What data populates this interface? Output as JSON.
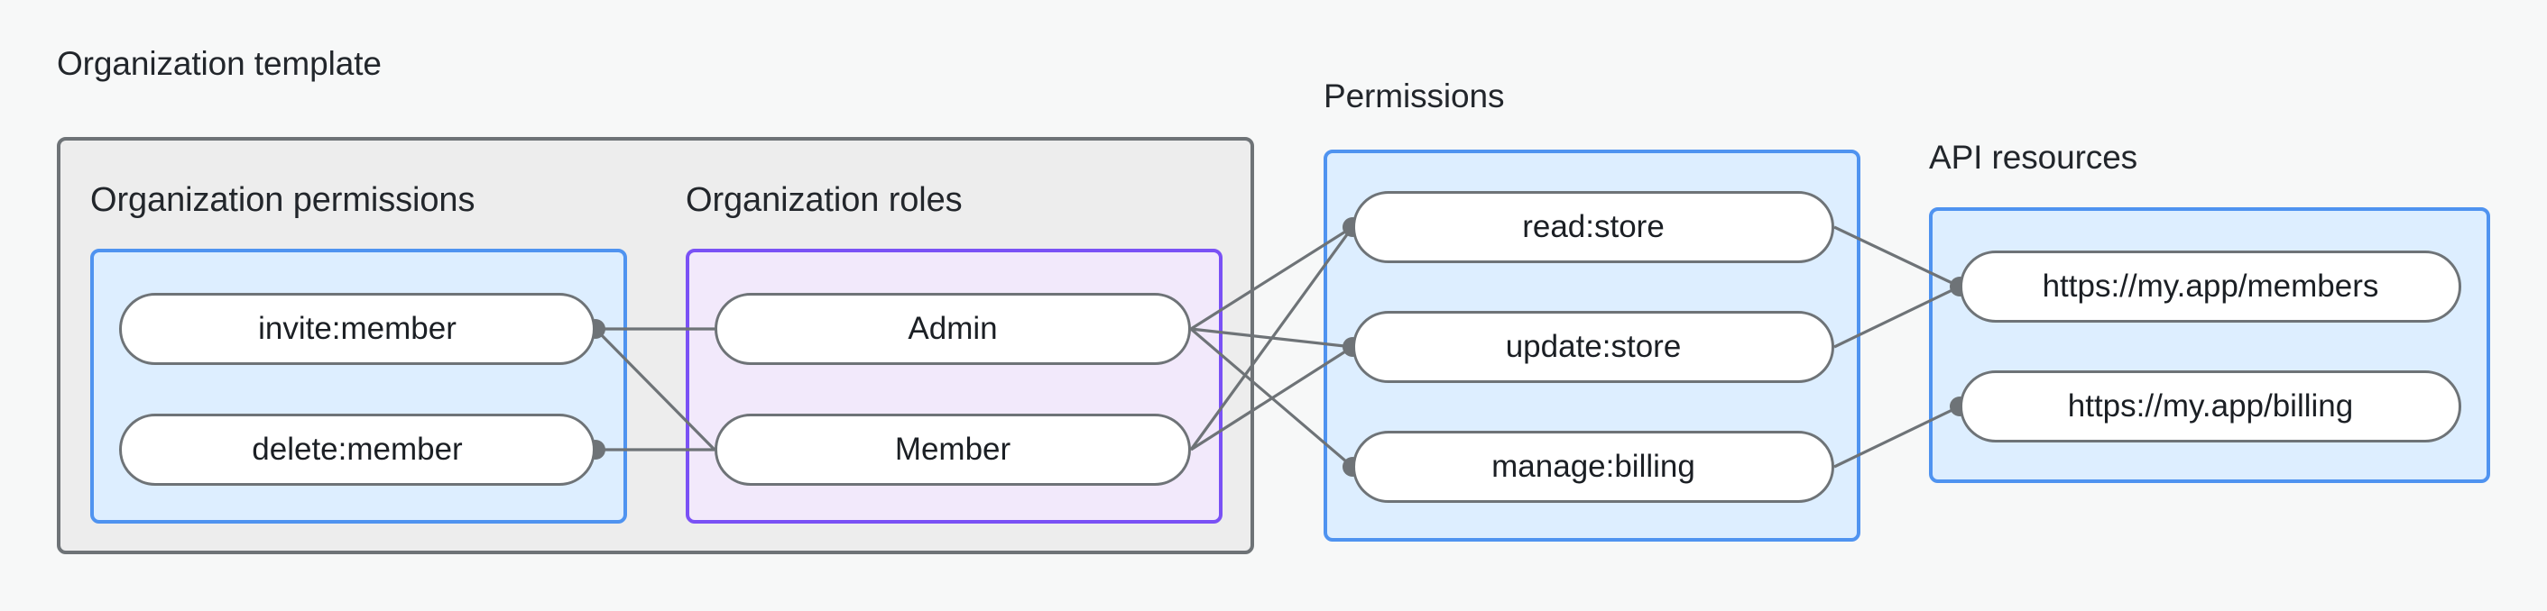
{
  "diagram": {
    "title_visible": false,
    "background_color": "#f7f8f8"
  },
  "groups": {
    "organization_template": {
      "label": "Organization template",
      "border_color": "#6e7377",
      "fill_color": "#ededed"
    },
    "organization_permissions": {
      "label": "Organization permissions",
      "border_color": "#4f93f0",
      "fill_color": "#ddeeff",
      "nodes": [
        {
          "label": "invite:member"
        },
        {
          "label": "delete:member"
        }
      ]
    },
    "organization_roles": {
      "label": "Organization roles",
      "border_color": "#7a51f5",
      "fill_color": "#f2e9fb",
      "nodes": [
        {
          "label": "Admin"
        },
        {
          "label": "Member"
        }
      ]
    },
    "permissions": {
      "label": "Permissions",
      "border_color": "#4f93f0",
      "fill_color": "#ddeeff",
      "nodes": [
        {
          "label": "read:store"
        },
        {
          "label": "update:store"
        },
        {
          "label": "manage:billing"
        }
      ]
    },
    "api_resources": {
      "label": "API resources",
      "border_color": "#4f93f0",
      "fill_color": "#ddeeff",
      "nodes": [
        {
          "label": "https://my.app/members"
        },
        {
          "label": "https://my.app/billing"
        }
      ]
    }
  },
  "edges": [
    {
      "from": "invite:member",
      "to": "Admin"
    },
    {
      "from": "invite:member",
      "to": "Member"
    },
    {
      "from": "delete:member",
      "to": "Member"
    },
    {
      "from": "Admin",
      "to": "read:store"
    },
    {
      "from": "Admin",
      "to": "update:store"
    },
    {
      "from": "Admin",
      "to": "manage:billing"
    },
    {
      "from": "Member",
      "to": "read:store"
    },
    {
      "from": "Member",
      "to": "update:store"
    },
    {
      "from": "read:store",
      "to": "https://my.app/members"
    },
    {
      "from": "update:store",
      "to": "https://my.app/members"
    },
    {
      "from": "manage:billing",
      "to": "https://my.app/billing"
    }
  ],
  "edge_style": {
    "stroke_color": "#6e7377",
    "endpoint_dot_color": "#6e7377"
  }
}
